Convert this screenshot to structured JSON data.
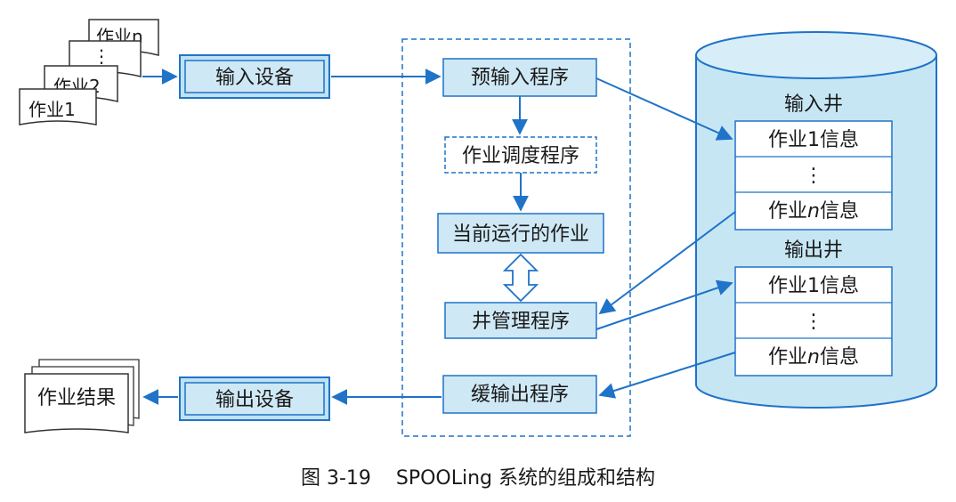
{
  "diagram": {
    "input_jobs": {
      "job_1": "作业1",
      "job_2": "作业2",
      "dots": "⋮",
      "job_n": "作业n"
    },
    "input_device": "输入设备",
    "output_device": "输出设备",
    "job_result": "作业结果",
    "pre_input_program": "预输入程序",
    "job_scheduler": "作业调度程序",
    "current_job": "当前运行的作业",
    "well_manager": "井管理程序",
    "buffered_output_program": "缓输出程序",
    "input_well": {
      "title": "输入井",
      "row1": "作业1信息",
      "dots": "⋮",
      "rowN_prefix": "作业",
      "rowN_n": "n",
      "rowN_suffix": "信息"
    },
    "output_well": {
      "title": "输出井",
      "row1": "作业1信息",
      "dots": "⋮",
      "rowN_prefix": "作业",
      "rowN_n": "n",
      "rowN_suffix": "信息"
    },
    "caption": "图 3-19    SPOOLing 系统的组成和结构"
  },
  "colors": {
    "accent_blue": "#1f73c8",
    "box_fill": "#cfe8f5",
    "device_fill": "#bfe2f3",
    "cylinder_fill": "#c7e6f4",
    "dash_border": "#1f73c8"
  }
}
